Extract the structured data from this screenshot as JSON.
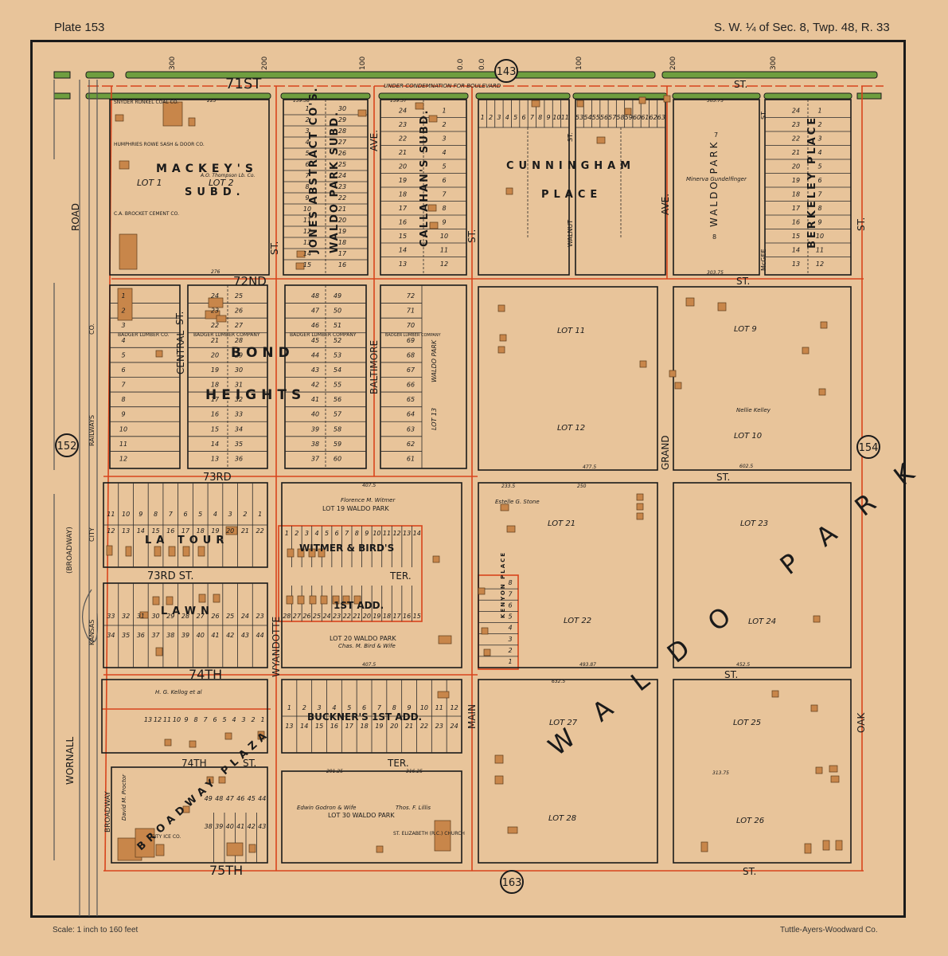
{
  "header": {
    "plate": "Plate 153",
    "section": "S. W. ¼ of Sec. 8, Twp. 48, R. 33"
  },
  "footer": {
    "scale": "Scale: 1 inch to 160 feet",
    "publisher": "Tuttle-Ayers-Woodward Co."
  },
  "colors": {
    "paper": "#e8c49a",
    "green_boulevard": "#6a9a3a",
    "red_boundary": "#d8441c",
    "building": "#c8864a",
    "line": "#1a1a1a"
  },
  "plate_links": [
    {
      "label": "143",
      "position": "top"
    },
    {
      "label": "152",
      "position": "left"
    },
    {
      "label": "154",
      "position": "right"
    },
    {
      "label": "163",
      "position": "bottom"
    }
  ],
  "streets": {
    "st71": "71ST",
    "st71_note": "UNDER CONDEMNATION FOR BOULEVARD",
    "st72": "72ND",
    "st73": "73RD",
    "st73ter": "73RD ST.",
    "ter73": "TER.",
    "st74": "74TH",
    "st74b": "74TH",
    "ter74": "TER.",
    "st75": "75TH",
    "st": "ST.",
    "ave": "AVE.",
    "road": "ROAD",
    "wornall": "WORNALL",
    "broadway": "(BROADWAY)",
    "broadway2": "BROADWAY",
    "central": "CENTRAL",
    "baltimore": "BALTIMORE",
    "wyandotte": "WYANDOTTE",
    "main": "MAIN",
    "walnut": "WALNUT",
    "grand": "GRAND",
    "mcgee": "McGEE",
    "oak": "OAK",
    "railway1": "KANSAS",
    "railway2": "CITY",
    "railway3": "RAILWAYS",
    "railway4": "CO."
  },
  "street_numbers": {
    "top": [
      "300",
      "200",
      "100",
      "0.0",
      "0.0",
      "100",
      "200",
      "300"
    ]
  },
  "subdivisions": {
    "mackeys": {
      "name": "MACKEY'S",
      "sub": "SUBD.",
      "lot1": "LOT 1",
      "lot2": "LOT 2",
      "owner": "A.O. Thompson Lb. Co."
    },
    "jones": {
      "name": "JONES ABSTRACT CO'S.",
      "sub": "WALDO PARK SUBD."
    },
    "callahans": {
      "name": "CALLAHAN'S SUBD."
    },
    "cunningham": {
      "name1": "CUNNINGHAM",
      "name2": "PLACE"
    },
    "waldo_park_7": {
      "name": "WALDO PARK",
      "lot7": "7",
      "lot8": "8",
      "owner": "Minerva Gundelfinger"
    },
    "berkeley": {
      "name": "BERKELEY PLACE"
    },
    "bond": {
      "name1": "BOND",
      "name2": "HEIGHTS"
    },
    "la_tour": {
      "name": "LA TOUR"
    },
    "lawn": {
      "name": "LAWN"
    },
    "witmer": {
      "name": "WITMER & BIRD'S",
      "add": "1ST ADD."
    },
    "buckners": {
      "name": "BUCKNER'S 1ST ADD."
    },
    "broadway_plaza": {
      "name": "BROADWAY PLAZA"
    },
    "kenyon": {
      "name": "KENYON PLACE"
    },
    "waldo_big": {
      "name": "WALDO PARK"
    }
  },
  "businesses": [
    "SNYDER RUNKEL COAL CO.",
    "HUMPHRIES ROWE SASH & DOOR CO.",
    "C.A. BROCKET CEMENT CO.",
    "BADGER LUMBER CO.",
    "BADGER LUMBER COMPANY",
    "BADGER LUMBER COMPANY",
    "BADGER LUMBER COMPANY",
    "CITY ICE CO.",
    "ST. ELIZABETH (R.C.) CHURCH"
  ],
  "lots": {
    "lot9": "LOT 9",
    "lot10": "LOT 10",
    "lot11": "LOT 11",
    "lot12": "LOT 12",
    "lot13": "LOT 13",
    "lot13_label": "WALDO PARK",
    "lot19": "LOT 19 WALDO PARK",
    "lot20": "LOT 20 WALDO PARK",
    "lot21": "LOT 21",
    "lot22": "LOT 22",
    "lot23": "LOT 23",
    "lot24": "LOT 24",
    "lot25": "LOT 25",
    "lot26": "LOT 26",
    "lot27": "LOT 27",
    "lot28": "LOT 28",
    "lot30": "LOT 30 WALDO PARK"
  },
  "owners": {
    "nellie": "Nellie Kelley",
    "estelle": "Estelle G. Stone",
    "florence": "Florence M. Witmer",
    "chas": "Chas. M. Bird & Wife",
    "kellog": "H. G. Kellog et al",
    "proctor": "David M. Proctor",
    "godron": "Edwin Godron & Wife",
    "lillis": "Thos. F. Lillis"
  },
  "lot_numbers": {
    "jones_left": [
      "1",
      "2",
      "3",
      "4",
      "5",
      "6",
      "7",
      "8",
      "9",
      "10",
      "11",
      "12",
      "13",
      "14",
      "15"
    ],
    "jones_right": [
      "30",
      "29",
      "28",
      "27",
      "26",
      "25",
      "24",
      "23",
      "22",
      "21",
      "20",
      "19",
      "18",
      "17",
      "16"
    ],
    "callahan_left": [
      "24",
      "23",
      "22",
      "21",
      "20",
      "19",
      "18",
      "17",
      "16",
      "15",
      "14",
      "13"
    ],
    "callahan_right": [
      "1",
      "2",
      "3",
      "4",
      "5",
      "6",
      "7",
      "8",
      "9",
      "10",
      "11",
      "12"
    ],
    "berkeley_left": [
      "24",
      "23",
      "22",
      "21",
      "20",
      "19",
      "18",
      "17",
      "16",
      "15",
      "14",
      "13"
    ],
    "berkeley_right": [
      "1",
      "2",
      "3",
      "4",
      "5",
      "6",
      "7",
      "8",
      "9",
      "10",
      "11",
      "12"
    ],
    "bond_a": [
      "1",
      "2",
      "3",
      "4",
      "5",
      "6",
      "7",
      "8",
      "9",
      "10",
      "11",
      "12"
    ],
    "bond_b_left": [
      "24",
      "23",
      "22",
      "21",
      "20",
      "19",
      "18",
      "17",
      "16",
      "15",
      "14",
      "13"
    ],
    "bond_b_right": [
      "25",
      "26",
      "27",
      "28",
      "29",
      "30",
      "31",
      "32",
      "33",
      "34",
      "35",
      "36"
    ],
    "bond_c_left": [
      "48",
      "47",
      "46",
      "45",
      "44",
      "43",
      "42",
      "41",
      "40",
      "39",
      "38",
      "37"
    ],
    "bond_c_right": [
      "49",
      "50",
      "51",
      "52",
      "53",
      "54",
      "55",
      "56",
      "57",
      "58",
      "59",
      "60"
    ],
    "bond_d": [
      "72",
      "71",
      "70",
      "69",
      "68",
      "67",
      "66",
      "65",
      "64",
      "63",
      "62",
      "61"
    ],
    "latour_top": [
      "11",
      "10",
      "9",
      "8",
      "7",
      "6",
      "5",
      "4",
      "3",
      "2",
      "1"
    ],
    "latour_bottom": [
      "12",
      "13",
      "14",
      "15",
      "16",
      "17",
      "18",
      "19",
      "20",
      "21",
      "22"
    ],
    "lawn_top": [
      "33",
      "32",
      "31",
      "30",
      "29",
      "28",
      "27",
      "26",
      "25",
      "24",
      "23"
    ],
    "lawn_bottom": [
      "34",
      "35",
      "36",
      "37",
      "38",
      "39",
      "40",
      "41",
      "42",
      "43",
      "44"
    ],
    "witmer_top": [
      "1",
      "2",
      "3",
      "4",
      "5",
      "6",
      "7",
      "8",
      "9",
      "10",
      "11",
      "12",
      "13",
      "14"
    ],
    "witmer_bottom": [
      "28",
      "27",
      "26",
      "25",
      "24",
      "23",
      "22",
      "21",
      "20",
      "19",
      "18",
      "17",
      "16",
      "15"
    ],
    "buckner_top": [
      "1",
      "2",
      "3",
      "4",
      "5",
      "6",
      "7",
      "8",
      "9",
      "10",
      "11",
      "12"
    ],
    "buckner_bottom": [
      "13",
      "14",
      "15",
      "16",
      "17",
      "18",
      "19",
      "20",
      "21",
      "22",
      "23",
      "24"
    ],
    "kenyon": [
      "8",
      "7",
      "6",
      "5",
      "4",
      "3",
      "2",
      "1"
    ],
    "plaza_top": [
      "13",
      "12",
      "11",
      "10",
      "9",
      "8",
      "7",
      "6",
      "5",
      "4",
      "3",
      "2",
      "1"
    ],
    "plaza_mid": [
      "49",
      "48",
      "47",
      "46",
      "45",
      "44"
    ],
    "plaza_bottom": [
      "38",
      "39",
      "40",
      "41",
      "42",
      "43"
    ],
    "cunningham_top": [
      "1",
      "2",
      "3",
      "4",
      "5",
      "6",
      "7",
      "8",
      "9",
      "10",
      "11"
    ],
    "cunningham_top2": [
      "53",
      "54",
      "55",
      "56",
      "57",
      "58",
      "59",
      "60",
      "61",
      "62",
      "63"
    ]
  },
  "dimensions": {
    "d1": "303.75",
    "d2": "139.37",
    "d3": "139.38",
    "d4": "602.5",
    "d5": "632.5",
    "d6": "407.5",
    "d7": "477.5",
    "d8": "493.87",
    "d9": "452.5",
    "d10": "313.75",
    "d11": "291.25",
    "d12": "316.25",
    "d13": "233.5",
    "d14": "250",
    "d15": "223",
    "d16": "276"
  }
}
